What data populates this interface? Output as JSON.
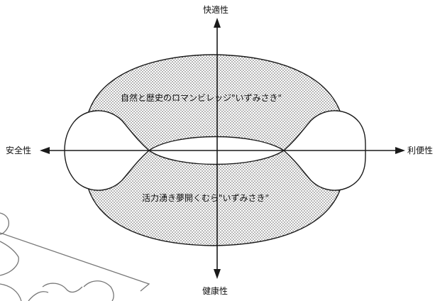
{
  "axes": {
    "top": "快適性",
    "bottom": "健康性",
    "left": "安全性",
    "right": "利便性"
  },
  "regions": {
    "upper": "自然と歴史のロマンビレッジ\"いずみさき\"",
    "lower": "活力湧き夢開くむら\"いずみさき\""
  },
  "colors": {
    "line": "#1a1a1a",
    "dot": "#555555",
    "background": "#ffffff",
    "sketch": "#777777"
  }
}
